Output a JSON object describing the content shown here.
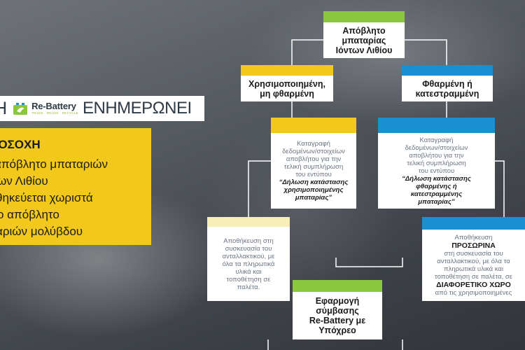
{
  "brand": {
    "left_fragment": "Η",
    "logo_name": "Re-Battery",
    "logo_subtitle": "TRADE · REUSE · RECYCLE",
    "informs": "ΕΝΗΜΕΡΩΝΕΙ"
  },
  "attention": {
    "title": "ΡΟΣΟΧΗ",
    "lines": [
      "απόβλητο μπαταριών",
      "ων Λιθίου",
      "θηκεύεται χωριστά",
      "ο απόβλητο",
      "αριών μολύβδου"
    ]
  },
  "colors": {
    "green": "#8cc63f",
    "blue": "#1a90d0",
    "yellow": "#f2c81c",
    "line": "#ffffff",
    "light_text": "#6a7480"
  },
  "diagram": {
    "root": {
      "lines": "Απόβλητο\nμπαταρίας\nΙόντων Λιθίου"
    },
    "left": {
      "lines": "Χρησιμοποιημένη,\nμη φθαρμένη"
    },
    "right": {
      "lines": "Φθαρμένη ή\nκατεστραμμένη"
    },
    "left_record": {
      "desc": "Καταγραφή\nδεδομένων/στοιχείων\nαποβλήτου για την\nτελική συμπλήρωση\nτου εντύπου",
      "form": "“Δήλωση κατάστασης\nχρησιμοποιημένης\nμπαταρίας”"
    },
    "right_record": {
      "desc": "Καταγραφή\nδεδομένων/στοιχείων\nαποβλήτου για την\nτελική συμπλήρωση\nτου εντύπου",
      "form": "“Δήλωση κατάστασης\nφθαρμένης ή\nκατεστραμμένης\nμπαταρίας”"
    },
    "left_storage": {
      "text": "Αποθήκευση στη\nσυσκευασία του\nανταλλακτικού, με\nόλα τα πληρωτικά\nυλικά και\nτοποθέτηση σε\nπαλέτα."
    },
    "right_storage": {
      "line1": "Αποθήκευση",
      "emph1": "ΠΡΟΣΩΡΙΝΑ",
      "line2": "στη συσκευασία του\nανταλλακτικού, με όλα τα\nπληρωτικά υλικά και\nτοποθέτηση σε παλέτα, σε",
      "emph2": "ΔΙΑΦΟΡΕΤΙΚΟ ΧΩΡΟ",
      "line3": "από τις χρησιμοποιημένες"
    },
    "contract": {
      "lines": "Εφαρμογή\nσύμβασης\nRe-Battery με\nΥπόχρεο"
    }
  }
}
